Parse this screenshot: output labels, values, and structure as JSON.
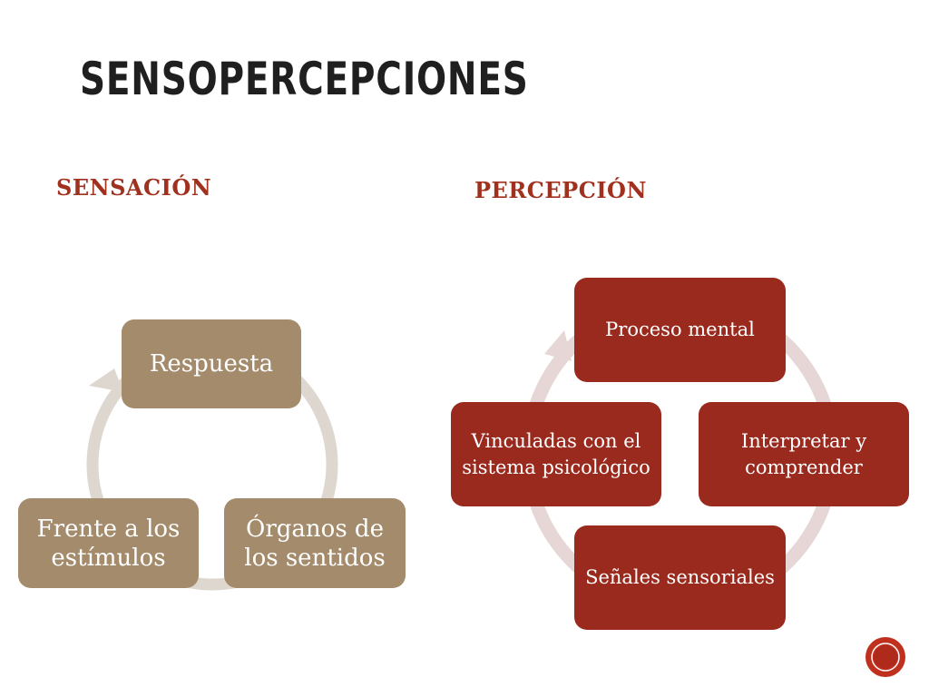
{
  "slide": {
    "title": "SENSOPERCEPCIONES",
    "left_heading": "SENSACIÓN",
    "right_heading": "PERCEPCIÓN"
  },
  "sensacion_cycle": {
    "nodes": [
      "Respuesta",
      "Órganos de los sentidos",
      "Frente a los estímulos"
    ]
  },
  "percepcion_cycle": {
    "nodes": [
      "Proceso mental",
      "Interpretar y comprender",
      "Señales sensoriales",
      "Vinculadas con el sistema psicológico"
    ]
  },
  "colors": {
    "title": "#1f1f1f",
    "heading": "#a0311e",
    "brown_node": "#a38b6b",
    "red_node": "#9b2a1e",
    "left_cycle_arrow": "#ddd7cf",
    "right_cycle_arrow": "#e6d6d6",
    "accent_button": "#c0301e"
  },
  "icons": [
    "cycle-arrow-icon",
    "corner-circle-icon"
  ]
}
